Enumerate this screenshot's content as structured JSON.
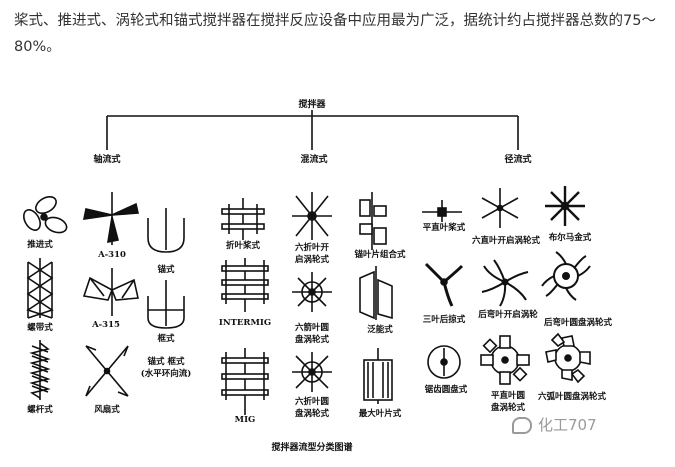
{
  "intro_text": "桨式、推进式、涡轮式和锚式搅拌器在搅拌反应设备中应用最为广泛，据统计约占搅拌器总数的75～80%。",
  "tree": {
    "root": "搅拌器",
    "branches": [
      "轴流式",
      "混流式",
      "径流式"
    ]
  },
  "items": {
    "tuijin": "推进式",
    "a310": "A-310",
    "mao": "锚式",
    "luodai": "螺带式",
    "a315": "A-315",
    "kuang": "框式",
    "luogan": "螺杆式",
    "fengshan": "风扇式",
    "maokuang_1": "锚式 框式",
    "maokuang_2": "(水平环向流)",
    "zheye": "折叶桨式",
    "intermig": "INTERMIG",
    "mig": "MIG",
    "liuzhe_1": "六折叶开",
    "liuzhe_2": "启涡轮式",
    "liujian_1": "六箭叶圆",
    "liujian_2": "盘涡轮式",
    "liuzhe_pan_1": "六折叶圆",
    "liuzhe_pan_2": "盘涡轮式",
    "maoye": "锚叶片组合式",
    "fanneng": "泛能式",
    "zuida": "最大叶片式",
    "pingzhi": "平直叶桨式",
    "liuzhikai": "六直叶开启涡轮式",
    "buer": "布尔马金式",
    "sanye": "三叶后掠式",
    "houwan_kai": "后弯叶开启涡轮",
    "houwan_pan": "后弯叶圆盘涡轮式",
    "juchi": "锯齿圆盘式",
    "pingzhi_pan_1": "平直叶圆",
    "pingzhi_pan_2": "盘涡轮式",
    "liuhu": "六弧叶圆盘涡轮式"
  },
  "caption": "搅拌器流型分类图谱",
  "watermark": "化工707"
}
